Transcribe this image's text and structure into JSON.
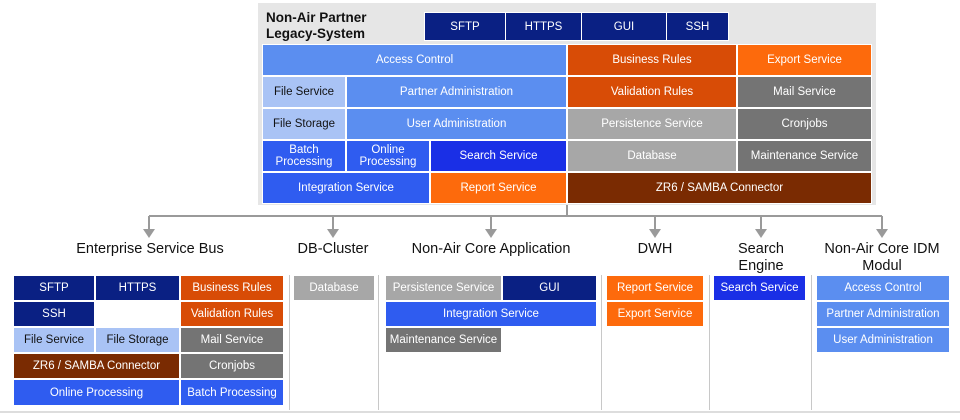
{
  "legacy": {
    "title": "Non-Air Partner\nLegacy-System",
    "protocols": [
      "SFTP",
      "HTTPS",
      "GUI",
      "SSH"
    ],
    "access_control": "Access Control",
    "business_rules": "Business Rules",
    "export_service": "Export Service",
    "file_service": "File Service",
    "partner_administration": "Partner Administration",
    "validation_rules": "Validation Rules",
    "mail_service": "Mail Service",
    "file_storage": "File Storage",
    "user_administration": "User Administration",
    "persistence_service": "Persistence Service",
    "cronjobs": "Cronjobs",
    "batch_processing": "Batch\nProcessing",
    "online_processing": "Online\nProcessing",
    "search_service": "Search Service",
    "database": "Database",
    "maintenance_service": "Maintenance Service",
    "integration_service": "Integration Service",
    "report_service": "Report Service",
    "connector": "ZR6 / SAMBA Connector"
  },
  "sections": {
    "esb": {
      "title": "Enterprise Service Bus",
      "sftp": "SFTP",
      "https": "HTTPS",
      "ssh": "SSH",
      "business_rules": "Business Rules",
      "validation_rules": "Validation Rules",
      "file_service": "File Service",
      "file_storage": "File Storage",
      "mail_service": "Mail Service",
      "connector": "ZR6 / SAMBA Connector",
      "cronjobs": "Cronjobs",
      "online_processing": "Online Processing",
      "batch_processing": "Batch Processing"
    },
    "db": {
      "title": "DB-Cluster",
      "database": "Database"
    },
    "core": {
      "title": "Non-Air Core Application",
      "persistence_service": "Persistence Service",
      "gui": "GUI",
      "integration_service": "Integration Service",
      "maintenance_service": "Maintenance Service"
    },
    "dwh": {
      "title": "DWH",
      "report_service": "Report Service",
      "export_service": "Export Service"
    },
    "search": {
      "title": "Search\nEngine",
      "search_service": "Search Service"
    },
    "idm": {
      "title": "Non-Air Core IDM\nModul",
      "access_control": "Access Control",
      "partner_administration": "Partner Administration",
      "user_administration": "User Administration"
    }
  }
}
